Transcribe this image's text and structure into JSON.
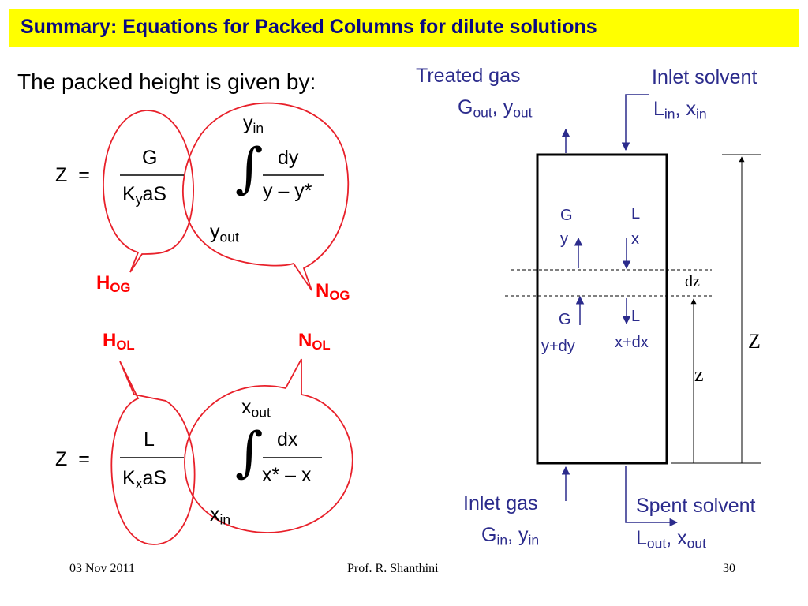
{
  "title": "Summary: Equations for Packed Columns for dilute solutions",
  "intro": "The packed height is given by:",
  "eq1": {
    "lhs": "Z",
    "equals": "=",
    "num": "G",
    "den_k": "K",
    "den_k_sub": "y",
    "den_rest": "aS",
    "upper": "y",
    "upper_sub": "in",
    "lower": "y",
    "lower_sub": "out",
    "integral": "∫",
    "int_num": "dy",
    "int_den": "y – y*",
    "h_label": "H",
    "h_sub": "OG",
    "n_label": "N",
    "n_sub": "OG"
  },
  "eq2": {
    "lhs": "Z",
    "equals": "=",
    "num": "L",
    "den_k": "K",
    "den_k_sub": "x",
    "den_rest": "aS",
    "upper": "x",
    "upper_sub": "out",
    "lower": "x",
    "lower_sub": "in",
    "integral": "∫",
    "int_num": "dx",
    "int_den": "x* – x",
    "h_label": "H",
    "h_sub": "OL",
    "n_label": "N",
    "n_sub": "OL"
  },
  "column": {
    "treated_gas": "Treated gas",
    "g_out": "G",
    "g_out_sub": "out",
    "y_out": "y",
    "y_out_sub": "out",
    "comma": ",",
    "inlet_solvent": "Inlet solvent",
    "l_in": "L",
    "l_in_sub": "in",
    "x_in": "x",
    "x_in_sub": "in",
    "inlet_gas": "Inlet gas",
    "g_in": "G",
    "g_in_sub": "in",
    "y_in": "y",
    "y_in_sub": "in",
    "spent_solvent": "Spent solvent",
    "l_out": "L",
    "l_out_sub": "out",
    "x_out": "x",
    "x_out_sub": "out",
    "top_g": "G",
    "top_y": "y",
    "top_l": "L",
    "top_x": "x",
    "bot_g": "G",
    "bot_ydy": "y+dy",
    "bot_l": "L",
    "bot_xdx": "x+dx",
    "dz": "dz",
    "big_z": "Z",
    "small_z": "z"
  },
  "footer": {
    "date": "03 Nov 2011",
    "author": "Prof. R. Shanthini",
    "page": "30"
  },
  "colors": {
    "title_bg": "#ffff00",
    "title_text": "#0a0a82",
    "label_blue": "#2b2b8c",
    "ellipse_red": "#e8202a",
    "accent_red": "#ff0000"
  }
}
